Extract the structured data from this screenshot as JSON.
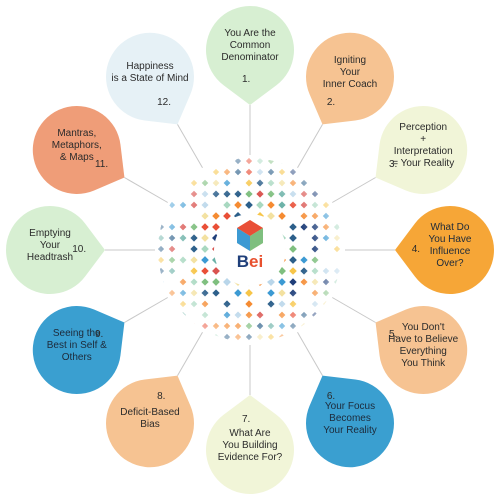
{
  "colors": {
    "green": "#d7efd2",
    "orange": "#f6c392",
    "cream": "#f1f5d8",
    "deep_orange": "#f6a637",
    "salmon": "#ef9d78",
    "blue": "#3a9fd0",
    "light_blue": "#e6f1f6",
    "sphere_palette": [
      "#e94f37",
      "#f58b32",
      "#f7c548",
      "#7fbf7f",
      "#3c9ad3",
      "#2c5f8a",
      "#1f3f7a",
      "#a8d8c0",
      "#d9534f",
      "#f3e1a0",
      "#6cb2a8",
      "#b9d6ea"
    ]
  },
  "logo": {
    "icon": "hexagon-cube-logo-icon",
    "text_b": "B",
    "text_ei": "ei"
  },
  "petals": [
    {
      "number": "1.",
      "label": "You Are the\nCommon\nDenominator",
      "color": "#d7efd2"
    },
    {
      "number": "2.",
      "label": "Igniting\nYour\nInner Coach",
      "color": "#f6c392"
    },
    {
      "number": "3.",
      "label": "Perception\n+\nInterpretation\n= Your Reality",
      "color": "#f1f5d8"
    },
    {
      "number": "4.",
      "label": "What Do\nYou Have\nInfluence\nOver?",
      "color": "#f6a637"
    },
    {
      "number": "5.",
      "label": "You Don't\nHave to Believe\nEverything\nYou Think",
      "color": "#f6c392"
    },
    {
      "number": "6.",
      "label": "Your Focus\nBecomes\nYour Reality",
      "color": "#3a9fd0"
    },
    {
      "number": "7.",
      "label": "What Are\nYou Building\nEvidence For?",
      "color": "#f1f5d8"
    },
    {
      "number": "8.",
      "label": "Deficit-Based\nBias",
      "color": "#f6c392"
    },
    {
      "number": "9.",
      "label": "Seeing the\nBest in Self &\nOthers",
      "color": "#3a9fd0"
    },
    {
      "number": "10.",
      "label": "Emptying\nYour\nHeadtrash",
      "color": "#d7efd2"
    },
    {
      "number": "11.",
      "label": "Mantras,\nMetaphors,\n& Maps",
      "color": "#ef9d78"
    },
    {
      "number": "12.",
      "label": "Happiness\nis a State of Mind",
      "color": "#e6f1f6"
    }
  ]
}
